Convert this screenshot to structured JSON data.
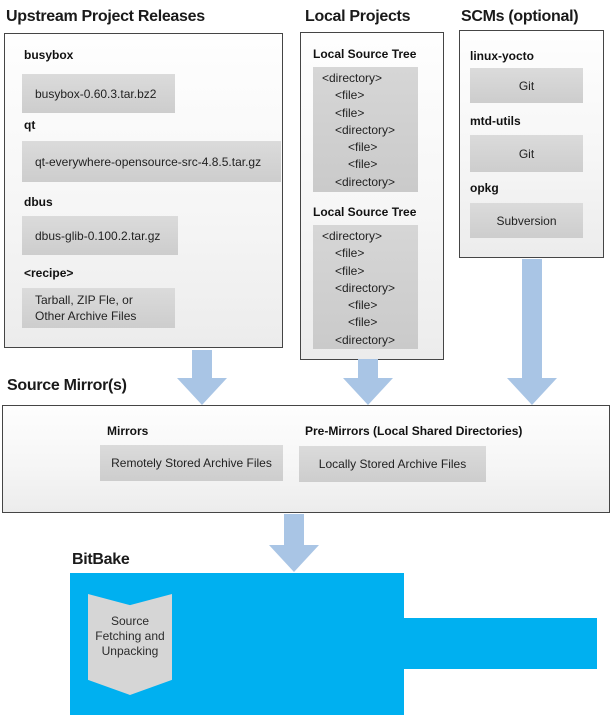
{
  "upstream": {
    "title": "Upstream Project Releases",
    "items": [
      {
        "label": "busybox",
        "lines": [
          "busybox-0.60.3.tar.bz2"
        ]
      },
      {
        "label": "qt",
        "lines": [
          "qt-everywhere-opensource-src-4.8.5.tar.gz"
        ]
      },
      {
        "label": "dbus",
        "lines": [
          "dbus-glib-0.100.2.tar.gz"
        ]
      },
      {
        "label": "<recipe>",
        "lines": [
          "Tarball, ZIP Fle, or",
          "Other Archive Files"
        ]
      }
    ]
  },
  "local": {
    "title": "Local Projects",
    "trees": [
      {
        "label": "Local Source Tree",
        "lines": [
          "<directory>",
          "<file>",
          "<file>",
          "<directory>",
          "<file>",
          "<file>",
          "<directory>"
        ]
      },
      {
        "label": "Local Source Tree",
        "lines": [
          "<directory>",
          "<file>",
          "<file>",
          "<directory>",
          "<file>",
          "<file>",
          "<directory>"
        ]
      }
    ]
  },
  "scms": {
    "title": "SCMs (optional)",
    "items": [
      {
        "label": "linux-yocto",
        "value": "Git"
      },
      {
        "label": "mtd-utils",
        "value": "Git"
      },
      {
        "label": "opkg",
        "value": "Subversion"
      }
    ]
  },
  "mirrors": {
    "title": "Source Mirror(s)",
    "groups": [
      {
        "label": "Mirrors",
        "value": "Remotely Stored Archive Files"
      },
      {
        "label": "Pre-Mirrors (Local Shared Directories)",
        "value": "Locally Stored Archive Files"
      }
    ]
  },
  "bitbake": {
    "title": "BitBake",
    "process_lines": [
      "Source",
      "Fetching and",
      "Unpacking"
    ]
  },
  "colors": {
    "bitbake_fill": "#00b0f0",
    "arrow_fill": "#a9c5e5"
  }
}
